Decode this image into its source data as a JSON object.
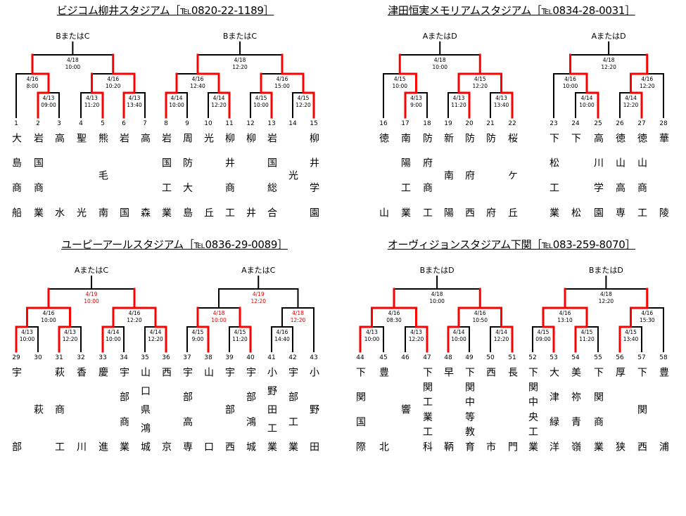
{
  "colors": {
    "line": "#000000",
    "result": "#ff0000",
    "highlight_date": "#e00000"
  },
  "quadrants": [
    {
      "title": "ビジコム柳井スタジアム［℡0820-22-1189］",
      "teams": [
        {
          "no": 1,
          "name": "大島商船"
        },
        {
          "no": 2,
          "name": "岩国商業"
        },
        {
          "no": 3,
          "name": "高水"
        },
        {
          "no": 4,
          "name": "聖光"
        },
        {
          "no": 5,
          "name": "熊毛南"
        },
        {
          "no": 6,
          "name": "岩国"
        },
        {
          "no": 7,
          "name": "高森"
        },
        {
          "no": 8,
          "name": "岩国工業"
        },
        {
          "no": 9,
          "name": "周防大島"
        },
        {
          "no": 10,
          "name": "光丘"
        },
        {
          "no": 11,
          "name": "柳井商工"
        },
        {
          "no": 12,
          "name": "柳井"
        },
        {
          "no": 13,
          "name": "岩国総合"
        },
        {
          "no": 14,
          "name": "光"
        },
        {
          "no": 15,
          "name": "柳井学園"
        }
      ],
      "brackets": [
        {
          "label": "BまたはC",
          "matches": [
            {
              "date": "4/13",
              "time": "09:00",
              "l": 2,
              "r": 3,
              "red": "L"
            },
            {
              "date": "4/16",
              "time": "8:00",
              "l": 1,
              "r": "m0",
              "red": "R"
            },
            {
              "date": "4/13",
              "time": "11:20",
              "l": 4,
              "r": 5,
              "red": "R"
            },
            {
              "date": "4/13",
              "time": "13:40",
              "l": 6,
              "r": 7,
              "red": "L"
            },
            {
              "date": "4/16",
              "time": "10:20",
              "l": "m2",
              "r": "m3",
              "red": "R"
            },
            {
              "date": "4/18",
              "time": "10:00",
              "l": "m1",
              "r": "m4",
              "red": ""
            }
          ]
        },
        {
          "label": "BまたはC",
          "matches": [
            {
              "date": "4/14",
              "time": "10:00",
              "l": 8,
              "r": 9,
              "red": "L"
            },
            {
              "date": "4/14",
              "time": "12:20",
              "l": 10,
              "r": 11,
              "red": "R"
            },
            {
              "date": "4/16",
              "time": "12:40",
              "l": "m0",
              "r": "m1",
              "red": "R"
            },
            {
              "date": "4/15",
              "time": "10:00",
              "l": 12,
              "r": 13,
              "red": "R"
            },
            {
              "date": "4/15",
              "time": "12:20",
              "l": 14,
              "r": 15,
              "red": "R"
            },
            {
              "date": "4/16",
              "time": "15:00",
              "l": "m3",
              "r": "m4",
              "red": "R"
            },
            {
              "date": "4/18",
              "time": "12:20",
              "l": "m2",
              "r": "m5",
              "red": ""
            }
          ]
        }
      ]
    },
    {
      "title": "津田恒実メモリアムスタジアム［℡0834-28-0031］",
      "teams": [
        {
          "no": 16,
          "name": "徳山"
        },
        {
          "no": 17,
          "name": "南陽工業"
        },
        {
          "no": 18,
          "name": "防府商工"
        },
        {
          "no": 19,
          "name": "新南陽"
        },
        {
          "no": 20,
          "name": "防府西"
        },
        {
          "no": 21,
          "name": "防府"
        },
        {
          "no": 22,
          "name": "桜ケ丘"
        },
        {
          "no": 23,
          "name": "下松工業"
        },
        {
          "no": 24,
          "name": "下松"
        },
        {
          "no": 25,
          "name": "高川学園"
        },
        {
          "no": 26,
          "name": "徳山高専"
        },
        {
          "no": 27,
          "name": "徳山商工"
        },
        {
          "no": 28,
          "name": "華陵"
        }
      ],
      "brackets": [
        {
          "label": "AまたはD",
          "matches": [
            {
              "date": "4/13",
              "time": "9:00",
              "l": 17,
              "r": 18,
              "red": "L"
            },
            {
              "date": "4/15",
              "time": "10:00",
              "l": 16,
              "r": "m0",
              "red": "R"
            },
            {
              "date": "4/13",
              "time": "11:20",
              "l": 19,
              "r": 20,
              "red": "R"
            },
            {
              "date": "4/13",
              "time": "13:40",
              "l": 21,
              "r": 22,
              "red": "R"
            },
            {
              "date": "4/15",
              "time": "12:20",
              "l": "m2",
              "r": "m3",
              "red": "LR"
            },
            {
              "date": "4/18",
              "time": "10:00",
              "l": "m1",
              "r": "m4",
              "red": ""
            }
          ]
        },
        {
          "label": "AまたはD",
          "matches": [
            {
              "date": "4/14",
              "time": "10:00",
              "l": 24,
              "r": 25,
              "red": "R"
            },
            {
              "date": "4/16",
              "time": "10:00",
              "l": 23,
              "r": "m0",
              "red": "R"
            },
            {
              "date": "4/14",
              "time": "12:20",
              "l": 26,
              "r": 27,
              "red": "R"
            },
            {
              "date": "4/16",
              "time": "12:20",
              "l": "m2",
              "r": 28,
              "red": "L"
            },
            {
              "date": "4/18",
              "time": "12:20",
              "l": "m1",
              "r": "m3",
              "red": ""
            }
          ]
        }
      ]
    },
    {
      "title": "ユーピーアールスタジアム［℡0836-29-0089］",
      "teams": [
        {
          "no": 29,
          "name": "宇部"
        },
        {
          "no": 30,
          "name": "萩"
        },
        {
          "no": 31,
          "name": "萩商工"
        },
        {
          "no": 32,
          "name": "香川"
        },
        {
          "no": 33,
          "name": "慶進"
        },
        {
          "no": 34,
          "name": "宇部商業"
        },
        {
          "no": 35,
          "name": "山口県鴻城"
        },
        {
          "no": 36,
          "name": "西京"
        },
        {
          "no": 37,
          "name": "宇部高専"
        },
        {
          "no": 38,
          "name": "山口"
        },
        {
          "no": 39,
          "name": "宇部西"
        },
        {
          "no": 40,
          "name": "宇部鴻城"
        },
        {
          "no": 41,
          "name": "小野田工業"
        },
        {
          "no": 42,
          "name": "宇部工業"
        },
        {
          "no": 43,
          "name": "小野田"
        }
      ],
      "brackets": [
        {
          "label": "AまたはC",
          "matches": [
            {
              "date": "4/13",
              "time": "10:00",
              "l": 29,
              "r": 30,
              "red": "L"
            },
            {
              "date": "4/13",
              "time": "12:20",
              "l": 31,
              "r": 32,
              "red": "L"
            },
            {
              "date": "4/16",
              "time": "10:00",
              "l": "m0",
              "r": "m1",
              "red": "LR"
            },
            {
              "date": "4/14",
              "time": "10:00",
              "l": 33,
              "r": 34,
              "red": "L"
            },
            {
              "date": "4/14",
              "time": "12:20",
              "l": 35,
              "r": 36,
              "red": "R"
            },
            {
              "date": "4/16",
              "time": "12:20",
              "l": "m3",
              "r": "m4",
              "red": "LR"
            },
            {
              "date": "4/19",
              "time": "10:00",
              "l": "m2",
              "r": "m5",
              "red": "",
              "hl": true
            }
          ]
        },
        {
          "label": "AまたはC",
          "matches": [
            {
              "date": "4/15",
              "time": "9:00",
              "l": 37,
              "r": 38,
              "red": "R"
            },
            {
              "date": "4/15",
              "time": "11:20",
              "l": 39,
              "r": 40,
              "red": "R"
            },
            {
              "date": "4/18",
              "time": "10:00",
              "l": "m0",
              "r": "m1",
              "red": "",
              "hl": true
            },
            {
              "date": "4/16",
              "time": "14:40",
              "l": 41,
              "r": 42,
              "red": ""
            },
            {
              "date": "4/18",
              "time": "12:20",
              "l": "m3",
              "r": 43,
              "red": "",
              "hl": true
            },
            {
              "date": "4/19",
              "time": "12:20",
              "l": "m2",
              "r": "m4",
              "red": "",
              "hl": true
            }
          ]
        }
      ]
    },
    {
      "title": "オーヴィジョンスタジアム下関［℡083-259-8070］",
      "teams": [
        {
          "no": 44,
          "name": "下関国際"
        },
        {
          "no": 45,
          "name": "豊北"
        },
        {
          "no": 46,
          "name": "響"
        },
        {
          "no": 47,
          "name": "下関工業工科"
        },
        {
          "no": 48,
          "name": "早鞆"
        },
        {
          "no": 49,
          "name": "下関中等教育"
        },
        {
          "no": 50,
          "name": "西市"
        },
        {
          "no": 51,
          "name": "長門"
        },
        {
          "no": 52,
          "name": "下関中央工業"
        },
        {
          "no": 53,
          "name": "大津緑洋"
        },
        {
          "no": 54,
          "name": "美祢青嶺"
        },
        {
          "no": 55,
          "name": "下関商業"
        },
        {
          "no": 56,
          "name": "厚狭"
        },
        {
          "no": 57,
          "name": "下関西"
        },
        {
          "no": 58,
          "name": "豊浦"
        }
      ],
      "brackets": [
        {
          "label": "BまたはD",
          "matches": [
            {
              "date": "4/13",
              "time": "10:00",
              "l": 44,
              "r": 45,
              "red": "L"
            },
            {
              "date": "4/13",
              "time": "12:20",
              "l": 46,
              "r": 47,
              "red": "R"
            },
            {
              "date": "4/16",
              "time": "08:30",
              "l": "m0",
              "r": "m1",
              "red": "LR"
            },
            {
              "date": "4/14",
              "time": "10:00",
              "l": 48,
              "r": 49,
              "red": "L"
            },
            {
              "date": "4/14",
              "time": "12:20",
              "l": 50,
              "r": 51,
              "red": "R"
            },
            {
              "date": "4/16",
              "time": "10:50",
              "l": "m3",
              "r": "m4",
              "red": "LR"
            },
            {
              "date": "4/18",
              "time": "10:00",
              "l": "m2",
              "r": "m5",
              "red": ""
            }
          ]
        },
        {
          "label": "BまたはD",
          "matches": [
            {
              "date": "4/15",
              "time": "09:00",
              "l": 52,
              "r": 53,
              "red": "R"
            },
            {
              "date": "4/15",
              "time": "11:20",
              "l": 54,
              "r": 55,
              "red": "L"
            },
            {
              "date": "4/16",
              "time": "13:10",
              "l": "m0",
              "r": "m1",
              "red": "LR"
            },
            {
              "date": "4/15",
              "time": "13:40",
              "l": 56,
              "r": 57,
              "red": "L"
            },
            {
              "date": "4/16",
              "time": "15:30",
              "l": "m3",
              "r": 58,
              "red": "L"
            },
            {
              "date": "4/18",
              "time": "12:20",
              "l": "m2",
              "r": "m4",
              "red": ""
            }
          ]
        }
      ]
    }
  ]
}
